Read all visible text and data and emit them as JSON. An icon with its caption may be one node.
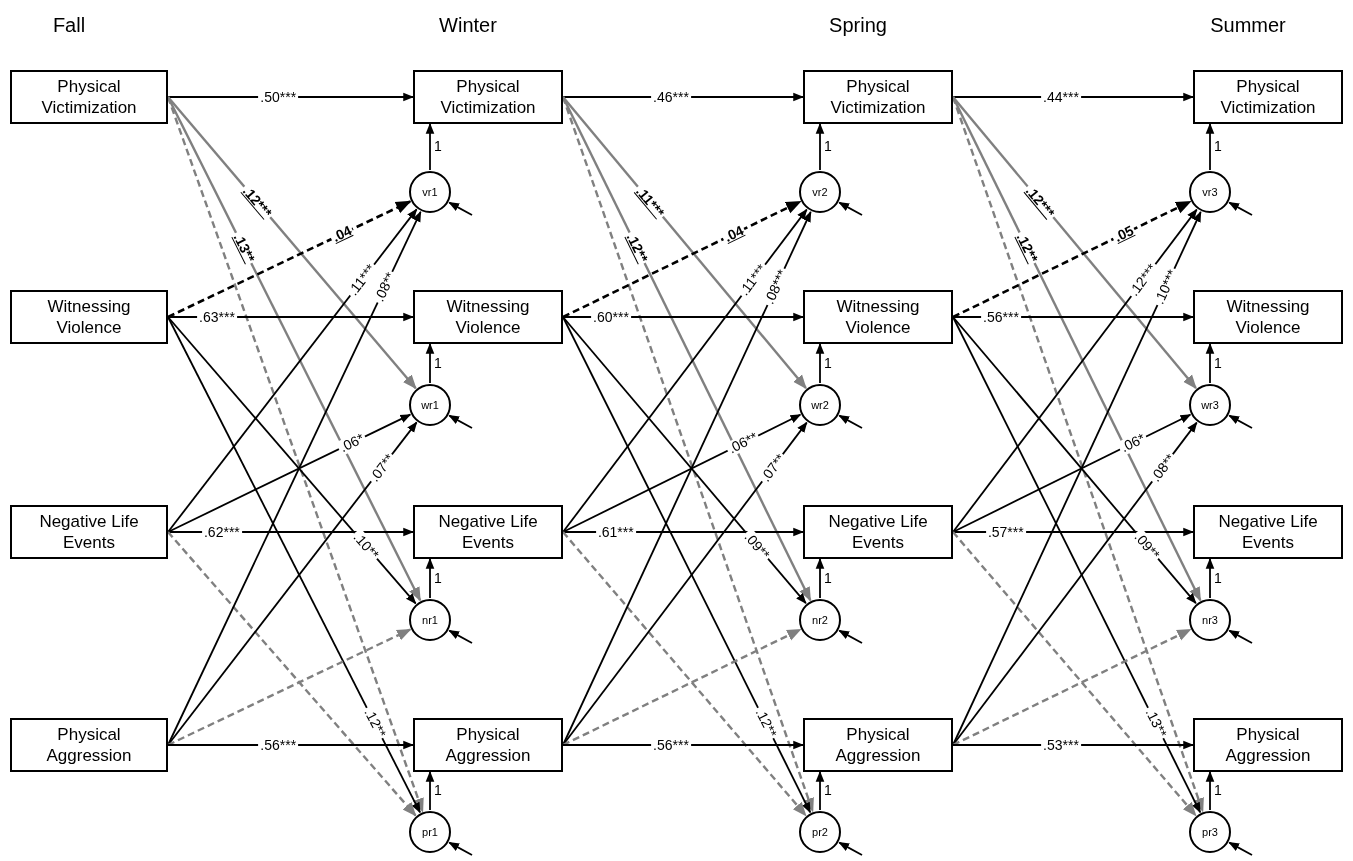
{
  "diagram": {
    "nodes": [
      {
        "text": [
          "Physical Victimization"
        ]
      },
      {
        "text": [
          "Witnessing Violence"
        ]
      },
      {
        "text": [
          "Negative Life Events"
        ]
      },
      {
        "text": [
          "Physical Aggression"
        ]
      },
      {
        "text": [
          "Physical Victimization"
        ]
      },
      {
        "text": [
          "vr1"
        ]
      },
      {
        "text": [
          "Witnessing Violence"
        ]
      },
      {
        "text": [
          "wr1"
        ]
      },
      {
        "text": [
          "Negative Life Events"
        ]
      },
      {
        "text": [
          "nr1"
        ]
      },
      {
        "text": [
          "Physical Aggression"
        ]
      },
      {
        "text": [
          "pr1"
        ]
      },
      {
        "text": [
          "Physical Victimization"
        ]
      },
      {
        "text": [
          "vr2"
        ]
      },
      {
        "text": [
          "Witnessing Violence"
        ]
      },
      {
        "text": [
          "wr2"
        ]
      },
      {
        "text": [
          "Negative Life Events"
        ]
      },
      {
        "text": [
          "nr2"
        ]
      },
      {
        "text": [
          "Physical Aggression"
        ]
      },
      {
        "text": [
          "pr2"
        ]
      },
      {
        "text": [
          "Physical Victimization"
        ]
      },
      {
        "text": [
          "vr3"
        ]
      },
      {
        "text": [
          "Witnessing Violence"
        ]
      },
      {
        "text": [
          "wr3"
        ]
      },
      {
        "text": [
          "Negative Life Events"
        ]
      },
      {
        "text": [
          "nr3"
        ]
      },
      {
        "text": [
          "Physical Aggression"
        ]
      },
      {
        "text": [
          "pr3"
        ]
      }
    ],
    "edges": [
      {
        "from": 0,
        "to": 4,
        "label": ".50***",
        "arrow": "to"
      },
      {
        "from": 0,
        "to": 7,
        "label": ".12***",
        "arrow": "to",
        "color": "#808080"
      },
      {
        "from": 0,
        "to": 9,
        "label": ".13**",
        "arrow": "to",
        "color": "#808080"
      },
      {
        "from": 0,
        "to": 11,
        "arrow": "to",
        "style": "dashed",
        "color": "#808080"
      },
      {
        "from": 1,
        "to": 5,
        "label": ".04",
        "arrow": "to",
        "style": "dashed"
      },
      {
        "from": 1,
        "to": 6,
        "label": ".63***",
        "arrow": "to"
      },
      {
        "from": 1,
        "to": 9,
        "label": ".10**",
        "arrow": "to"
      },
      {
        "from": 1,
        "to": 11,
        "label": ".12**",
        "arrow": "to"
      },
      {
        "from": 2,
        "to": 5,
        "label": ".11***",
        "arrow": "to"
      },
      {
        "from": 2,
        "to": 7,
        "label": ".06*",
        "arrow": "to"
      },
      {
        "from": 2,
        "to": 8,
        "label": ".62***",
        "arrow": "to"
      },
      {
        "from": 2,
        "to": 11,
        "arrow": "to",
        "style": "dashed",
        "color": "#808080"
      },
      {
        "from": 3,
        "to": 5,
        "label": ".08**",
        "arrow": "to"
      },
      {
        "from": 3,
        "to": 7,
        "label": ".07**",
        "arrow": "to"
      },
      {
        "from": 3,
        "to": 9,
        "arrow": "to",
        "style": "dashed",
        "color": "#808080"
      },
      {
        "from": 3,
        "to": 10,
        "label": ".56***",
        "arrow": "to"
      },
      {
        "from": 4,
        "to": 12,
        "label": ".46***",
        "arrow": "to"
      },
      {
        "from": 4,
        "to": 15,
        "label": ".11***",
        "arrow": "to",
        "color": "#808080"
      },
      {
        "from": 4,
        "to": 17,
        "label": ".12**",
        "arrow": "to",
        "color": "#808080"
      },
      {
        "from": 4,
        "to": 19,
        "arrow": "to",
        "style": "dashed",
        "color": "#808080"
      },
      {
        "from": 6,
        "to": 13,
        "label": ".04",
        "arrow": "to",
        "style": "dashed"
      },
      {
        "from": 6,
        "to": 14,
        "label": ".60***",
        "arrow": "to"
      },
      {
        "from": 6,
        "to": 17,
        "label": ".09**",
        "arrow": "to"
      },
      {
        "from": 6,
        "to": 19,
        "label": ".12**",
        "arrow": "to"
      },
      {
        "from": 8,
        "to": 13,
        "label": ".11***",
        "arrow": "to"
      },
      {
        "from": 8,
        "to": 15,
        "label": ".06**",
        "arrow": "to"
      },
      {
        "from": 8,
        "to": 16,
        "label": ".61***",
        "arrow": "to"
      },
      {
        "from": 8,
        "to": 19,
        "arrow": "to",
        "style": "dashed",
        "color": "#808080"
      },
      {
        "from": 10,
        "to": 13,
        "label": ".08***",
        "arrow": "to"
      },
      {
        "from": 10,
        "to": 15,
        "label": ".07**",
        "arrow": "to"
      },
      {
        "from": 10,
        "to": 17,
        "arrow": "to",
        "style": "dashed",
        "color": "#808080"
      },
      {
        "from": 10,
        "to": 18,
        "label": ".56***",
        "arrow": "to"
      },
      {
        "from": 12,
        "to": 20,
        "label": ".44***",
        "arrow": "to"
      },
      {
        "from": 12,
        "to": 23,
        "label": ".12***",
        "arrow": "to",
        "color": "#808080"
      },
      {
        "from": 12,
        "to": 25,
        "label": ".12**",
        "arrow": "to",
        "color": "#808080"
      },
      {
        "from": 12,
        "to": 27,
        "arrow": "to",
        "style": "dashed",
        "color": "#808080"
      },
      {
        "from": 14,
        "to": 21,
        "label": ".05",
        "arrow": "to",
        "style": "dashed"
      },
      {
        "from": 14,
        "to": 22,
        "label": ".56***",
        "arrow": "to"
      },
      {
        "from": 14,
        "to": 25,
        "label": ".09**",
        "arrow": "to"
      },
      {
        "from": 14,
        "to": 27,
        "label": ".13**",
        "arrow": "to"
      },
      {
        "from": 16,
        "to": 21,
        "label": ".12***",
        "arrow": "to"
      },
      {
        "from": 16,
        "to": 23,
        "label": ".06*",
        "arrow": "to"
      },
      {
        "from": 16,
        "to": 24,
        "label": ".57***",
        "arrow": "to"
      },
      {
        "from": 16,
        "to": 27,
        "arrow": "to",
        "style": "dashed",
        "color": "#808080"
      },
      {
        "from": 18,
        "to": 21,
        "label": ".10***",
        "arrow": "to"
      },
      {
        "from": 18,
        "to": 23,
        "label": ".08**",
        "arrow": "to"
      },
      {
        "from": 18,
        "to": 25,
        "arrow": "to",
        "style": "dashed",
        "color": "#808080"
      },
      {
        "from": 18,
        "to": 26,
        "label": ".53***",
        "arrow": "to"
      },
      {
        "from": 5,
        "to": 4,
        "label": "1",
        "arrow": "to"
      },
      {
        "from": 7,
        "to": 6,
        "label": "1",
        "arrow": "to"
      },
      {
        "from": 9,
        "to": 8,
        "label": "1",
        "arrow": "to"
      },
      {
        "from": 11,
        "to": 10,
        "label": "1",
        "arrow": "to"
      },
      {
        "from": 13,
        "to": 12,
        "label": "1",
        "arrow": "to"
      },
      {
        "from": 15,
        "to": 14,
        "label": "1",
        "arrow": "to"
      },
      {
        "from": 17,
        "to": 16,
        "label": "1",
        "arrow": "to"
      },
      {
        "from": 19,
        "to": 18,
        "label": "1",
        "arrow": "to"
      },
      {
        "from": 21,
        "to": 20,
        "label": "1",
        "arrow": "to"
      },
      {
        "from": 23,
        "to": 22,
        "label": "1",
        "arrow": "to"
      },
      {
        "from": 25,
        "to": 24,
        "label": "1",
        "arrow": "to"
      },
      {
        "from": 27,
        "to": 26,
        "label": "1",
        "arrow": "to"
      },
      {
        "from": null,
        "to": 5,
        "arrow": "to"
      },
      {
        "from": null,
        "to": 7,
        "arrow": "to"
      },
      {
        "from": null,
        "to": 9,
        "arrow": "to"
      },
      {
        "from": null,
        "to": 11,
        "arrow": "to"
      },
      {
        "from": null,
        "to": 13,
        "arrow": "to"
      },
      {
        "from": null,
        "to": 15,
        "arrow": "to"
      },
      {
        "from": null,
        "to": 17,
        "arrow": "to"
      },
      {
        "from": null,
        "to": 19,
        "arrow": "to"
      },
      {
        "from": null,
        "to": 21,
        "arrow": "to"
      },
      {
        "from": null,
        "to": 23,
        "arrow": "to"
      },
      {
        "from": null,
        "to": 25,
        "arrow": "to"
      },
      {
        "from": null,
        "to": 27,
        "arrow": "to"
      }
    ],
    "labels": [
      "Fall",
      "Winter",
      "Spring",
      "Summer"
    ]
  }
}
